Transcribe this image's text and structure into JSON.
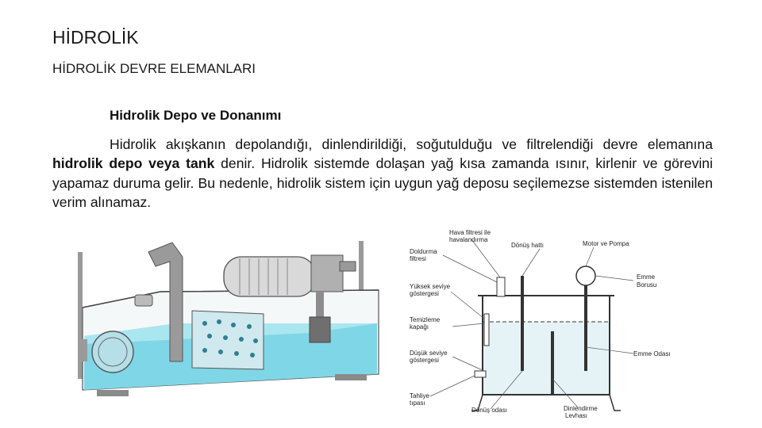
{
  "slide": {
    "title": "HİDROLİK",
    "section": "HİDROLİK DEVRE ELEMANLARI",
    "subheading": "Hidrolik Depo ve Donanımı",
    "paragraph": {
      "part1": "Hidrolik akışkanın depolandığı, dinlendirildiği, soğutulduğu ve filtrelendiği devre elemanına ",
      "bold": "hidrolik depo veya tank",
      "part2": " denir. Hidrolik sistemde dolaşan yağ kısa zamanda ısınır, kirlenir ve görevini yapamaz duruma gelir. Bu nedenle, hidrolik sistem için uygun yağ deposu seçilemezse sistemden istenilen verim alınamaz."
    }
  },
  "diagram": {
    "labels": {
      "air_filter_1": "Hava filtresi ile",
      "air_filter_2": "havalandırma",
      "return_line": "Dönüş hattı",
      "filler_1": "Doldurma",
      "filler_2": "filtresi",
      "motor_pump": "Motor ve Pompa",
      "suction_1": "Emme",
      "suction_2": "Borusu",
      "high_level_1": "Yüksek seviye",
      "high_level_2": "göstergesi",
      "clean_cover_1": "Temizleme",
      "clean_cover_2": "kapağı",
      "low_level_1": "Düşük seviye",
      "low_level_2": "göstergesi",
      "suction_chamber": "Emme Odası",
      "drain_1": "Tahliye",
      "drain_2": "tıpası",
      "return_chamber": "Dönüş odası",
      "baffle_1": "Dinlendirme",
      "baffle_2": "Levhası"
    }
  },
  "colors": {
    "fluid": "#7fd6e6",
    "fluid_dark": "#3fb3c9",
    "metal": "#8a8a8a"
  }
}
